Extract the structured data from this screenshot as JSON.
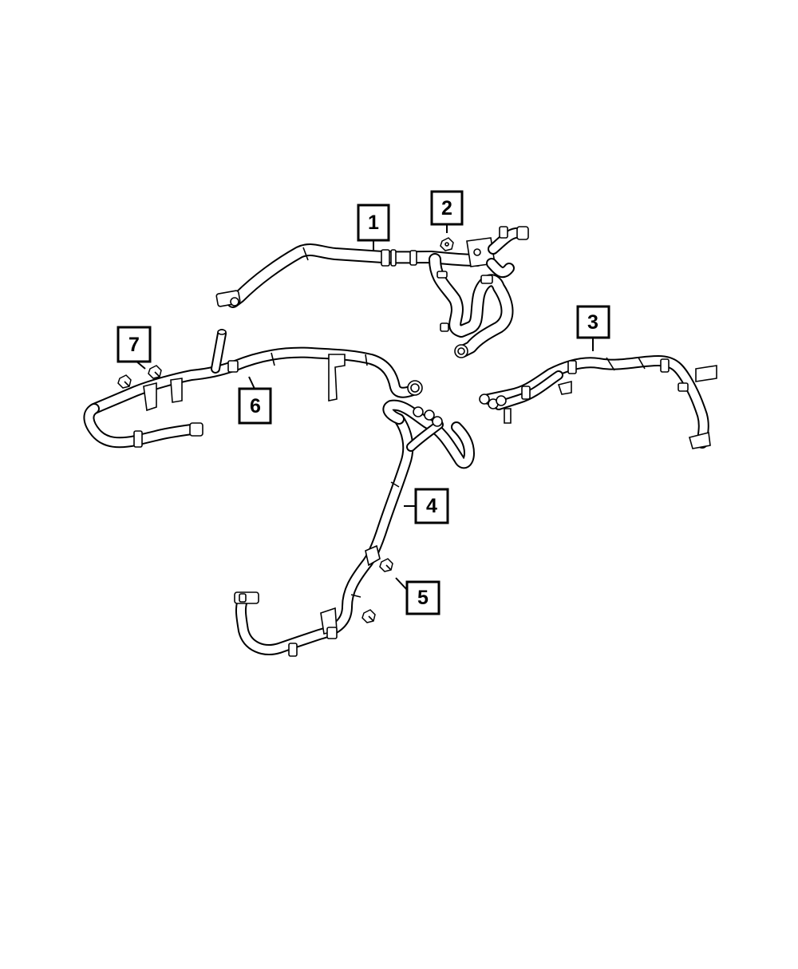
{
  "diagram": {
    "callouts": [
      {
        "id": "1",
        "label": "1"
      },
      {
        "id": "2",
        "label": "2"
      },
      {
        "id": "3",
        "label": "3"
      },
      {
        "id": "4",
        "label": "4"
      },
      {
        "id": "5",
        "label": "5"
      },
      {
        "id": "6",
        "label": "6"
      },
      {
        "id": "7",
        "label": "7"
      }
    ],
    "style": {
      "line_color": "#000000",
      "background": "#ffffff"
    }
  }
}
